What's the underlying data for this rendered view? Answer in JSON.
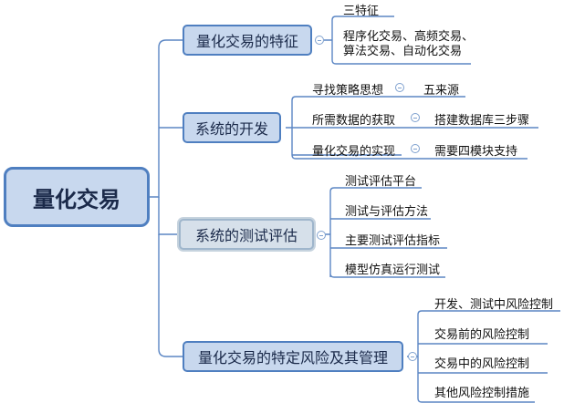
{
  "root": {
    "label": "量化交易"
  },
  "branches": [
    {
      "label": "量化交易的特征",
      "children": [
        {
          "label": "三特征"
        },
        {
          "lines": [
            "程序化交易、高频交易、",
            "算法交易、自动化交易"
          ]
        }
      ]
    },
    {
      "label": "系统的开发",
      "children": [
        {
          "label": "寻找策略思想",
          "child": "五来源"
        },
        {
          "label": "所需数据的获取",
          "child": "搭建数据库三步骤"
        },
        {
          "label": "量化交易的实现",
          "child": "需要四模块支持"
        }
      ]
    },
    {
      "label": "系统的测试评估",
      "children": [
        {
          "label": "测试评估平台"
        },
        {
          "label": "测试与评估方法"
        },
        {
          "label": "主要测试评估指标"
        },
        {
          "label": "模型仿真运行测试"
        }
      ]
    },
    {
      "label": "量化交易的特定风险及其管理",
      "children": [
        {
          "label": "开发、测试中风险控制"
        },
        {
          "label": "交易前的风险控制"
        },
        {
          "label": "交易中的风险控制"
        },
        {
          "label": "其他风险控制措施"
        }
      ]
    }
  ],
  "colors": {
    "line": "#5b86c4",
    "node_fill": "#c8d8ee",
    "node_border": "#4f7fc0",
    "selected_fill": "#d6e0ea"
  }
}
